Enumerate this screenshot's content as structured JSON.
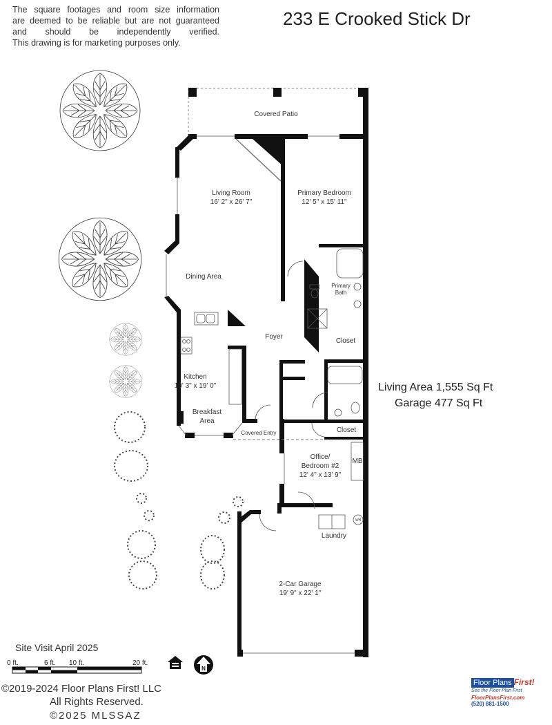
{
  "disclaimer": [
    "The square footages and room size information",
    "are deemed to be reliable but are not guaranteed",
    "and should be independently verified.",
    "This drawing is for marketing purposes only."
  ],
  "title": "233 E Crooked Stick Dr",
  "areas": {
    "living": "Living Area 1,555 Sq Ft",
    "garage": "Garage 477 Sq Ft"
  },
  "rooms": {
    "patio": "Covered Patio",
    "living_name": "Living Room",
    "living_dim": "16' 2\" x 26' 7\"",
    "primary_name": "Primary Bedroom",
    "primary_dim": "12' 5\" x 15' 11\"",
    "dining": "Dining Area",
    "bath_1": "Primary",
    "bath_2": "Bath",
    "foyer": "Foyer",
    "closet1": "Closet",
    "kitchen_name": "Kitchen",
    "kitchen_dim": "10' 3\" x 19' 0\"",
    "breakfast_1": "Breakfast",
    "breakfast_2": "Area",
    "entry": "Covered Entry",
    "closet2": "Closet",
    "mb": "MB",
    "office_1": "Office/",
    "office_2": "Bedroom #2",
    "office_dim": "12' 4\" x 13' 9\"",
    "wh": "WH",
    "laundry": "Laundry",
    "garage_name": "2-Car Garage",
    "garage_dim": "19' 9\" x 22' 1\""
  },
  "site_visit": "Site Visit April 2025",
  "scale": {
    "t0": "0 ft.",
    "t6": "6 ft.",
    "t10": "10 ft.",
    "t20": "20 ft."
  },
  "north": "N",
  "copyright": "©2019-2024 Floor Plans First! LLC",
  "copyright_overlay": "©2025 MLSSAZ",
  "rights": "All Rights Reserved.",
  "logo": {
    "name_a": "Floor Plans",
    "name_b": "First!",
    "tagline": "See the Floor Plan First",
    "url": "FloorPlansFirst.com",
    "phone": "(520) 881-1500"
  }
}
